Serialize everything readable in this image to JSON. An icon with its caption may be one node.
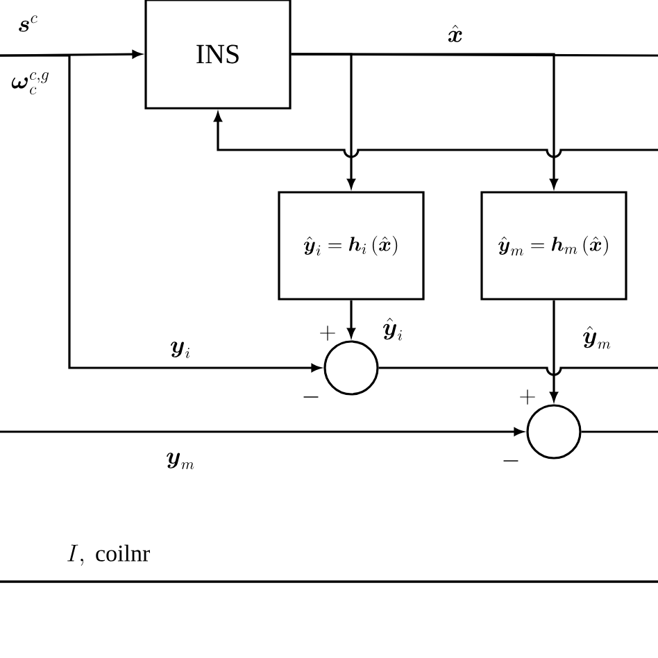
{
  "diagram": {
    "nodes": [
      {
        "text": [
          "\\mathrm{INS}"
        ]
      },
      {
        "text": [
          "\\hat{\\boldsymbol{y}}_{i} = \\boldsymbol{h}_{i}\\,(\\hat{\\boldsymbol{x}})"
        ]
      },
      {
        "text": [
          "\\hat{\\boldsymbol{y}}_{m} = \\boldsymbol{h}_{m}\\,(\\hat{\\boldsymbol{x}})"
        ]
      },
      {
        "text": [],
        "shape": "circle"
      },
      {
        "text": [],
        "shape": "circle"
      }
    ],
    "edges": [
      {
        "from": null,
        "to": 0,
        "arrow": "to"
      },
      {
        "from": 0,
        "to": null,
        "arrow": "none",
        "label": "\\hat{\\boldsymbol{x}}"
      },
      {
        "from": 0,
        "to": 1,
        "arrow": "to"
      },
      {
        "from": 0,
        "to": 2,
        "arrow": "to"
      },
      {
        "from": null,
        "to": 0,
        "arrow": "to"
      },
      {
        "from": null,
        "to": 3,
        "arrow": "to",
        "label": "\\boldsymbol{y}_{i}"
      },
      {
        "from": 1,
        "to": 3,
        "arrow": "to",
        "label": "\\hat{\\boldsymbol{y}}_{i}"
      },
      {
        "from": 3,
        "to": null,
        "arrow": "none"
      },
      {
        "from": 2,
        "to": 4,
        "arrow": "to",
        "label": "\\hat{\\boldsymbol{y}}_{m}"
      },
      {
        "from": null,
        "to": 4,
        "arrow": "to",
        "label": "\\boldsymbol{y}_{m}"
      },
      {
        "from": 4,
        "to": null,
        "arrow": "none"
      }
    ],
    "labels": [
      "\\boldsymbol{s}^{c}",
      "\\boldsymbol{\\omega}_{c}^{c,g}",
      "+",
      "-",
      "+",
      "-",
      "I,\\ \\mathrm{coilnr}"
    ]
  }
}
